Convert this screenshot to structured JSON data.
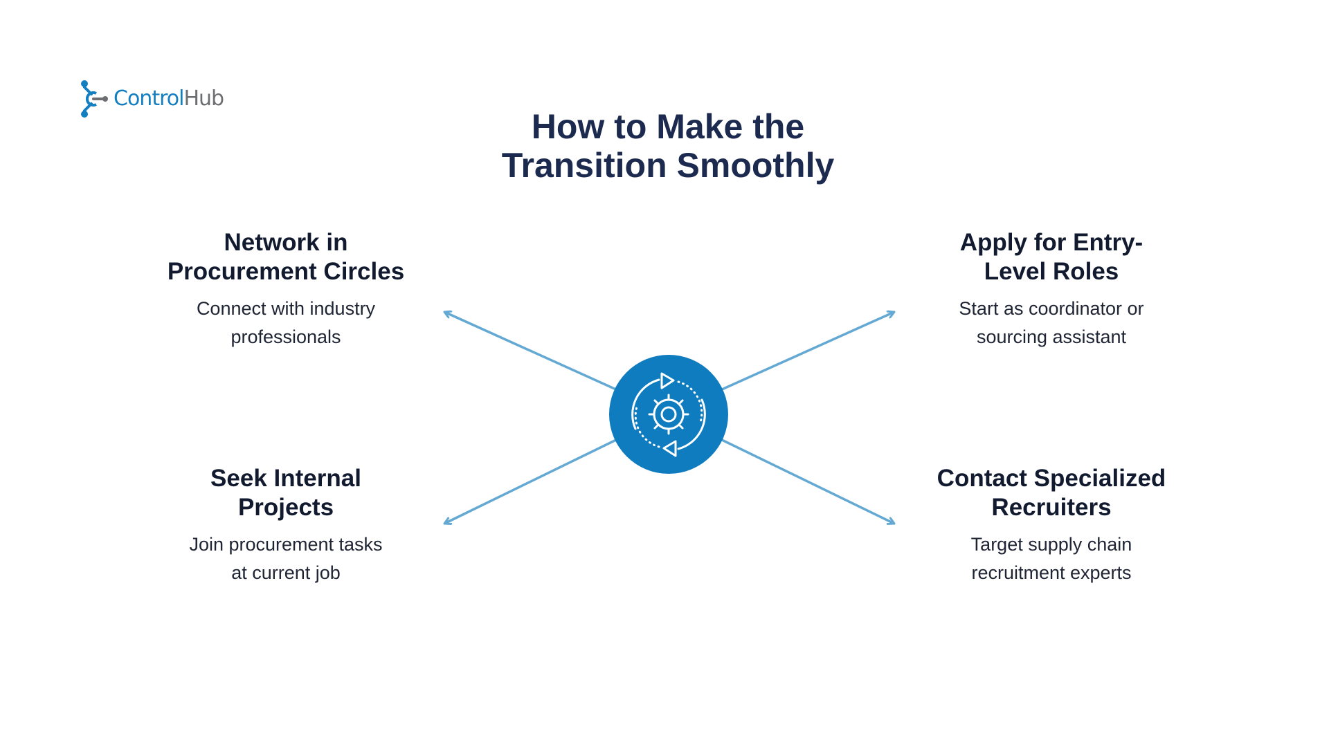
{
  "logo": {
    "name_part1": "Control",
    "name_part2": "Hub",
    "icon": "circuit-node-icon",
    "colors": {
      "primary": "#137ec0",
      "secondary": "#6d6e71"
    }
  },
  "title": {
    "line1": "How to Make the",
    "line2": "Transition Smoothly"
  },
  "center_icon": "gear-cycle-icon",
  "colors": {
    "accent": "#0f7cc0",
    "connector": "#64a9d3",
    "heading": "#111a2e",
    "title": "#1b2a4e"
  },
  "items": [
    {
      "heading_line1": "Network in",
      "heading_line2": "Procurement Circles",
      "desc_line1": "Connect with industry",
      "desc_line2": "professionals"
    },
    {
      "heading_line1": "Apply for Entry-",
      "heading_line2": "Level Roles",
      "desc_line1": "Start as coordinator or",
      "desc_line2": "sourcing assistant"
    },
    {
      "heading_line1": "Seek Internal",
      "heading_line2": "Projects",
      "desc_line1": "Join procurement tasks",
      "desc_line2": "at current job"
    },
    {
      "heading_line1": "Contact Specialized",
      "heading_line2": "Recruiters",
      "desc_line1": "Target supply chain",
      "desc_line2": "recruitment experts"
    }
  ]
}
